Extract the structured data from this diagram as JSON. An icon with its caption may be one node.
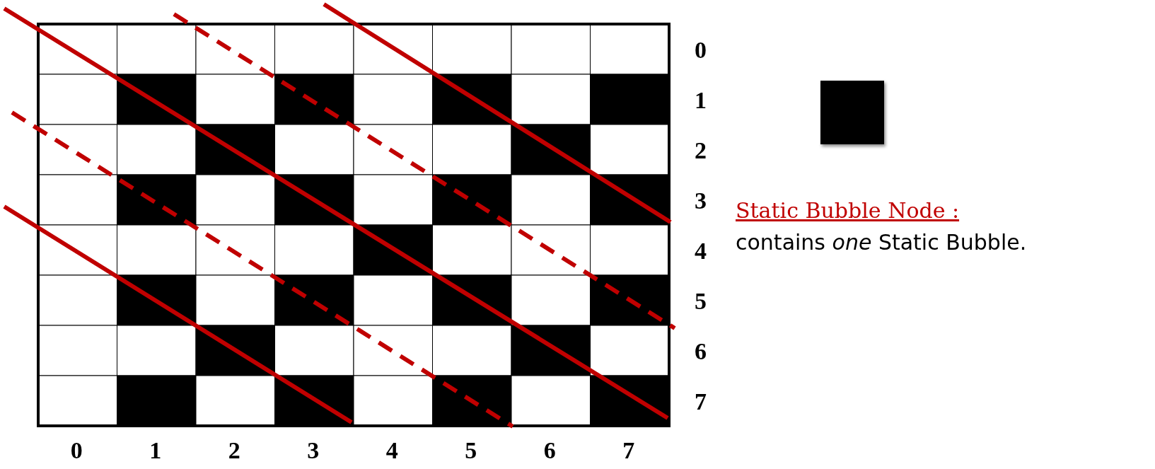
{
  "diagram": {
    "labels": [
      "0",
      "1",
      "2",
      "3",
      "4",
      "5",
      "6",
      "7",
      "0",
      "1",
      "2",
      "3",
      "4",
      "5",
      "6",
      "7",
      "contains *one* Static Bubble."
    ],
    "legend": [
      {
        "text": "Static Bubble Node :",
        "color": "#000000"
      }
    ]
  }
}
